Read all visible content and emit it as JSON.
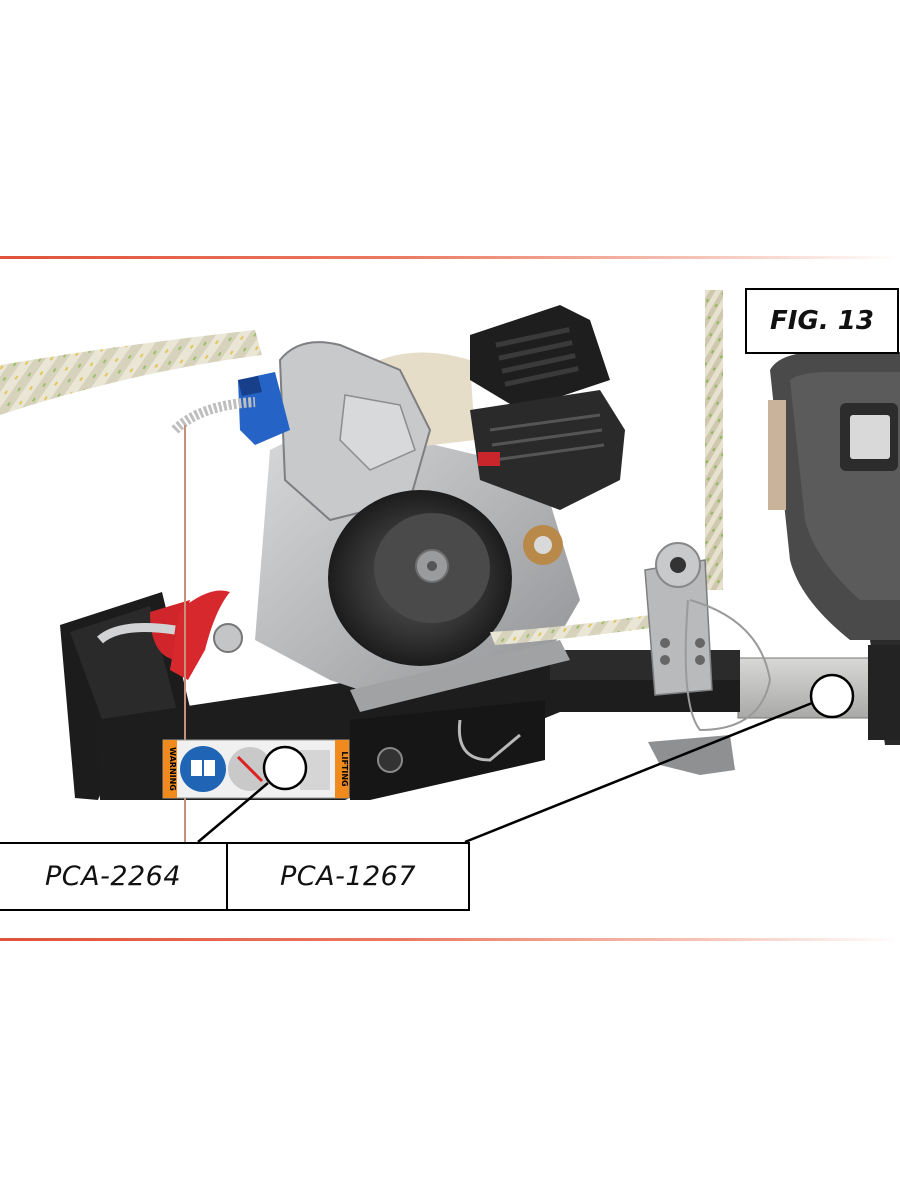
{
  "figure": {
    "label": "FIG. 13",
    "decal_left_text": "WARNING",
    "decal_right_text": "LIFTING"
  },
  "callouts": [
    {
      "part_number": "PCA-2264"
    },
    {
      "part_number": "PCA-1267"
    }
  ]
}
